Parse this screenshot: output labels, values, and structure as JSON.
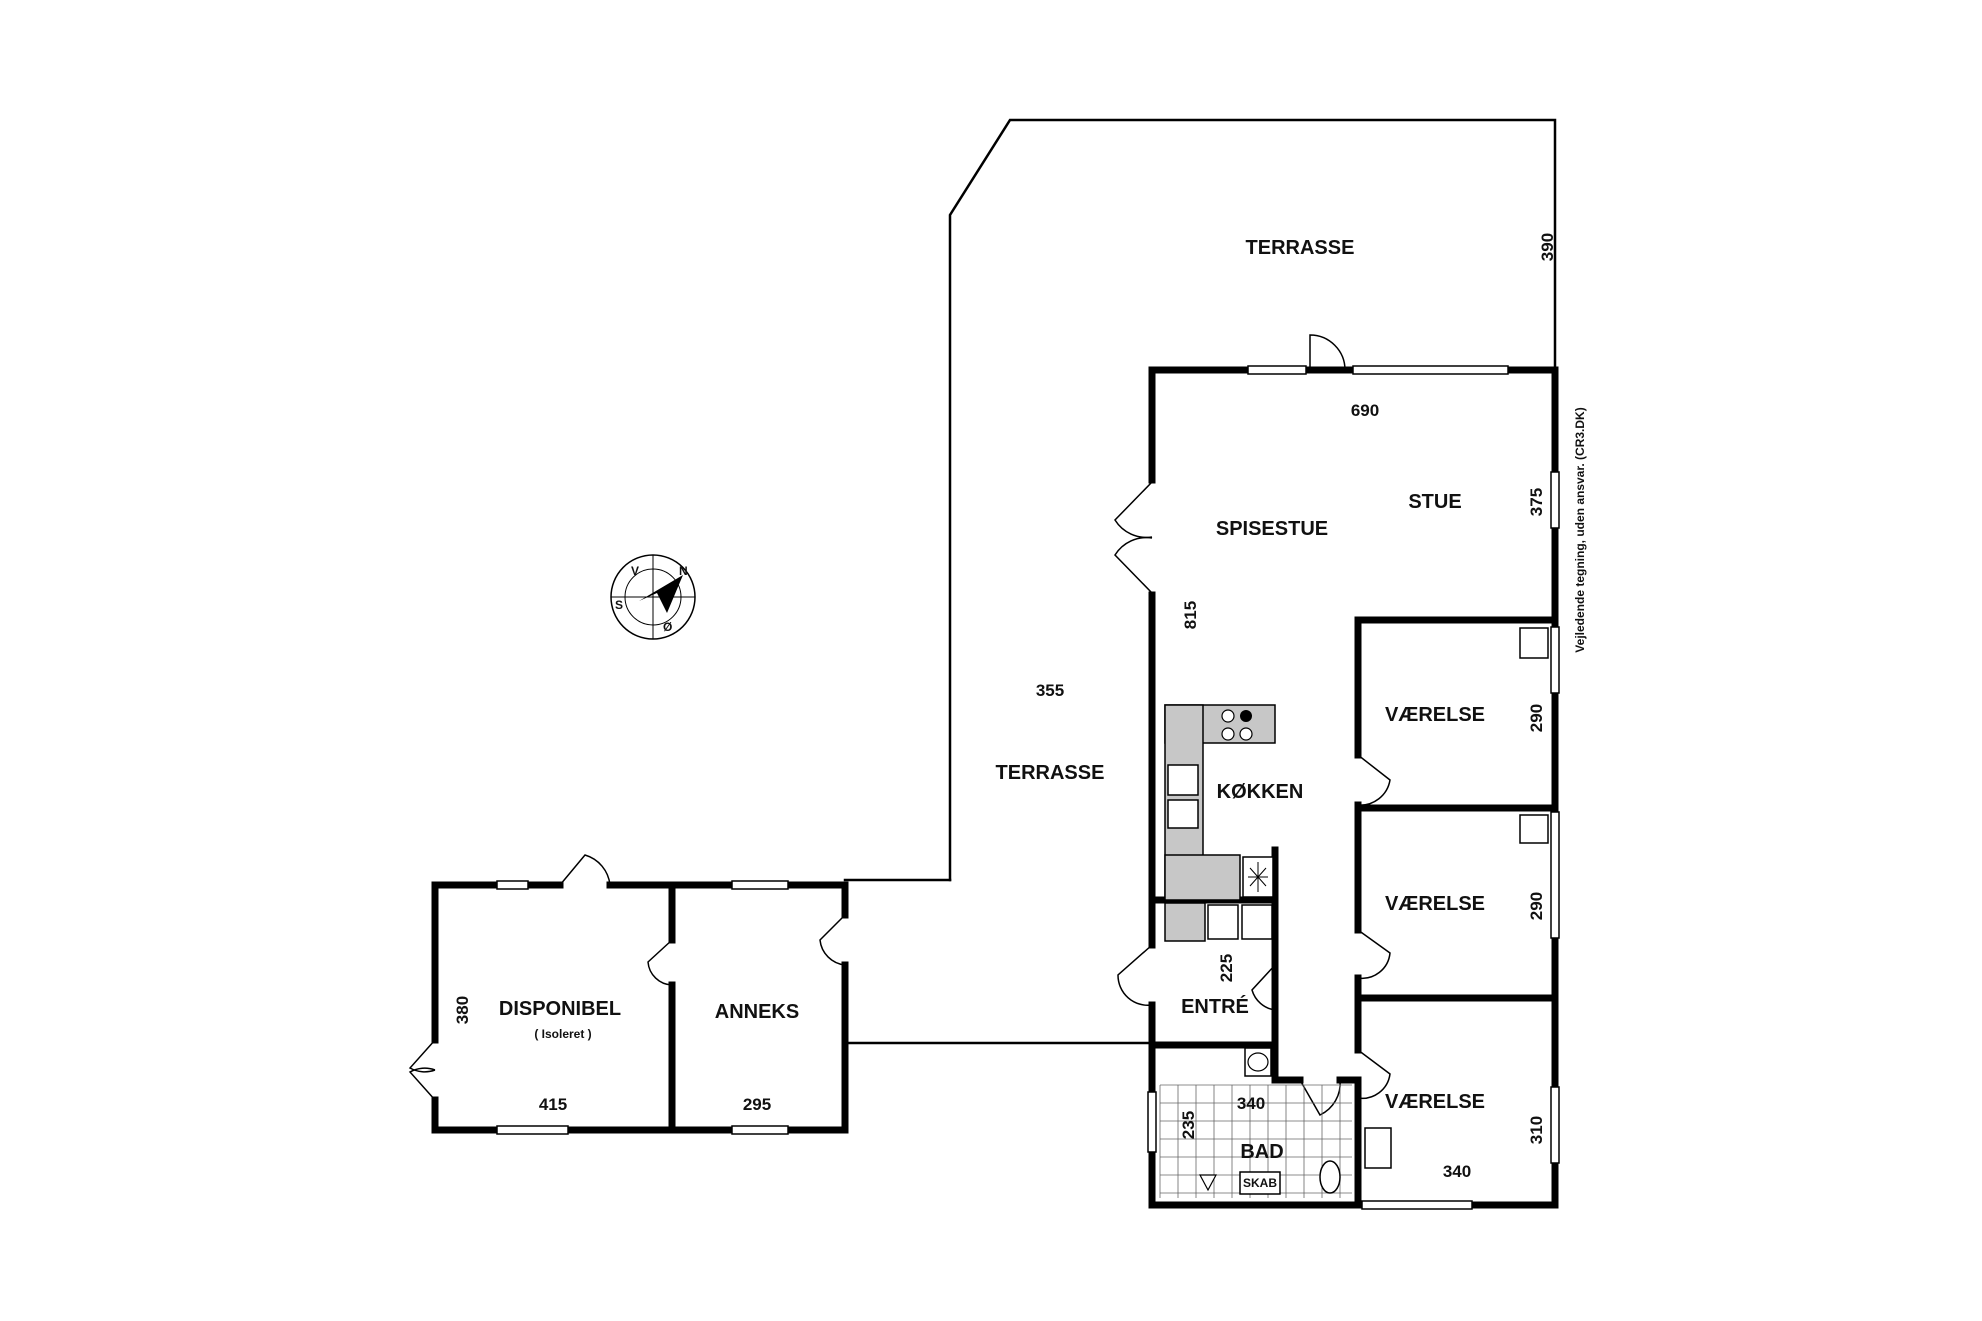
{
  "rooms": {
    "terrasse_top": "TERRASSE",
    "terrasse_mid": "TERRASSE",
    "spisestue": "SPISESTUE",
    "stue": "STUE",
    "koekken": "KØKKEN",
    "vaerelse_1": "VÆRELSE",
    "vaerelse_2": "VÆRELSE",
    "vaerelse_3": "VÆRELSE",
    "entre": "ENTRÉ",
    "bad": "BAD",
    "skab": "SKAB",
    "disponibel": "DISPONIBEL",
    "disponibel_note": "( Isoleret )",
    "anneks": "ANNEKS"
  },
  "dimensions": {
    "terrasse_top_depth": "390",
    "main_width": "690",
    "stue_depth": "375",
    "main_depth": "815",
    "terrasse_mid": "355",
    "vaerelse_1": "290",
    "vaerelse_2": "290",
    "vaerelse_3_depth": "310",
    "vaerelse_3_width": "340",
    "entre": "225",
    "bad_width": "340",
    "bad_depth": "235",
    "disponibel_depth": "380",
    "disponibel_width": "415",
    "anneks_width": "295"
  },
  "compass": {
    "n": "N",
    "s": "S",
    "v": "V",
    "o": "Ø"
  },
  "disclaimer": "Vejledende tegning, uden ansvar. (CR3.DK)"
}
